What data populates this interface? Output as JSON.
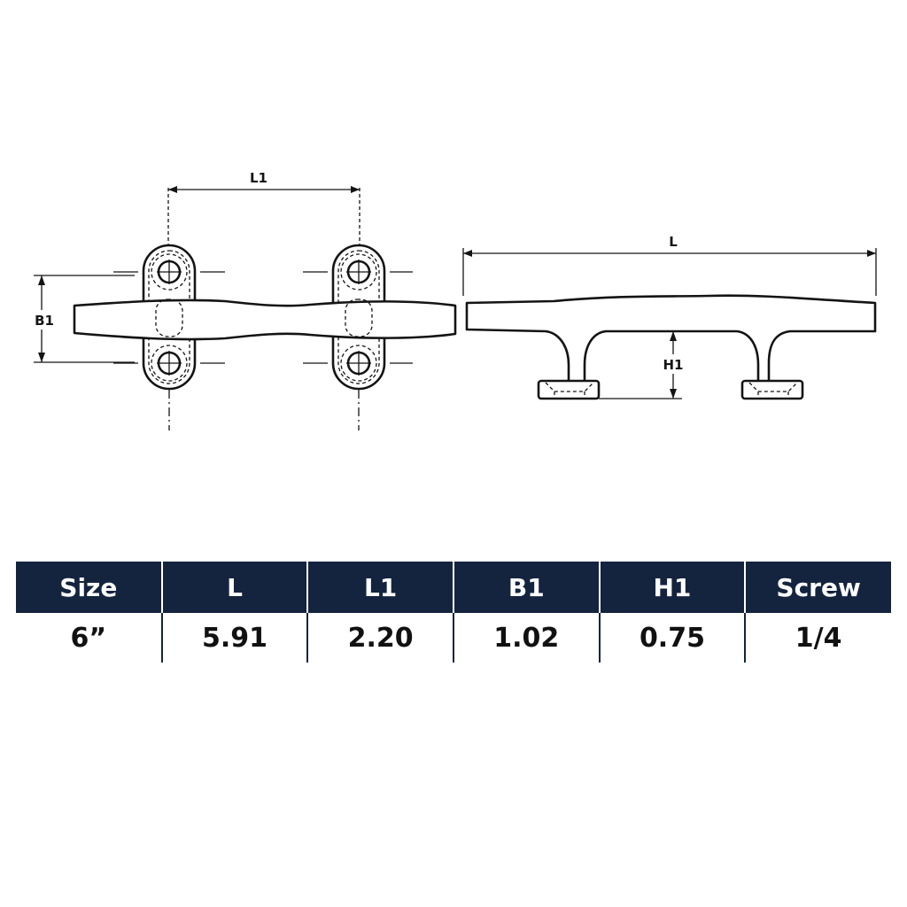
{
  "dimension_labels": {
    "L1": "L1",
    "L": "L",
    "B1": "B1",
    "H1": "H1"
  },
  "spec_table": {
    "headers": [
      "Size",
      "L",
      "L1",
      "B1",
      "H1",
      "Screw"
    ],
    "rows": [
      [
        "6”",
        "5.91",
        "2.20",
        "1.02",
        "0.75",
        "1/4"
      ]
    ]
  },
  "colors": {
    "header_background": "#14243f",
    "header_text": "#ffffff",
    "line": "#141414"
  }
}
